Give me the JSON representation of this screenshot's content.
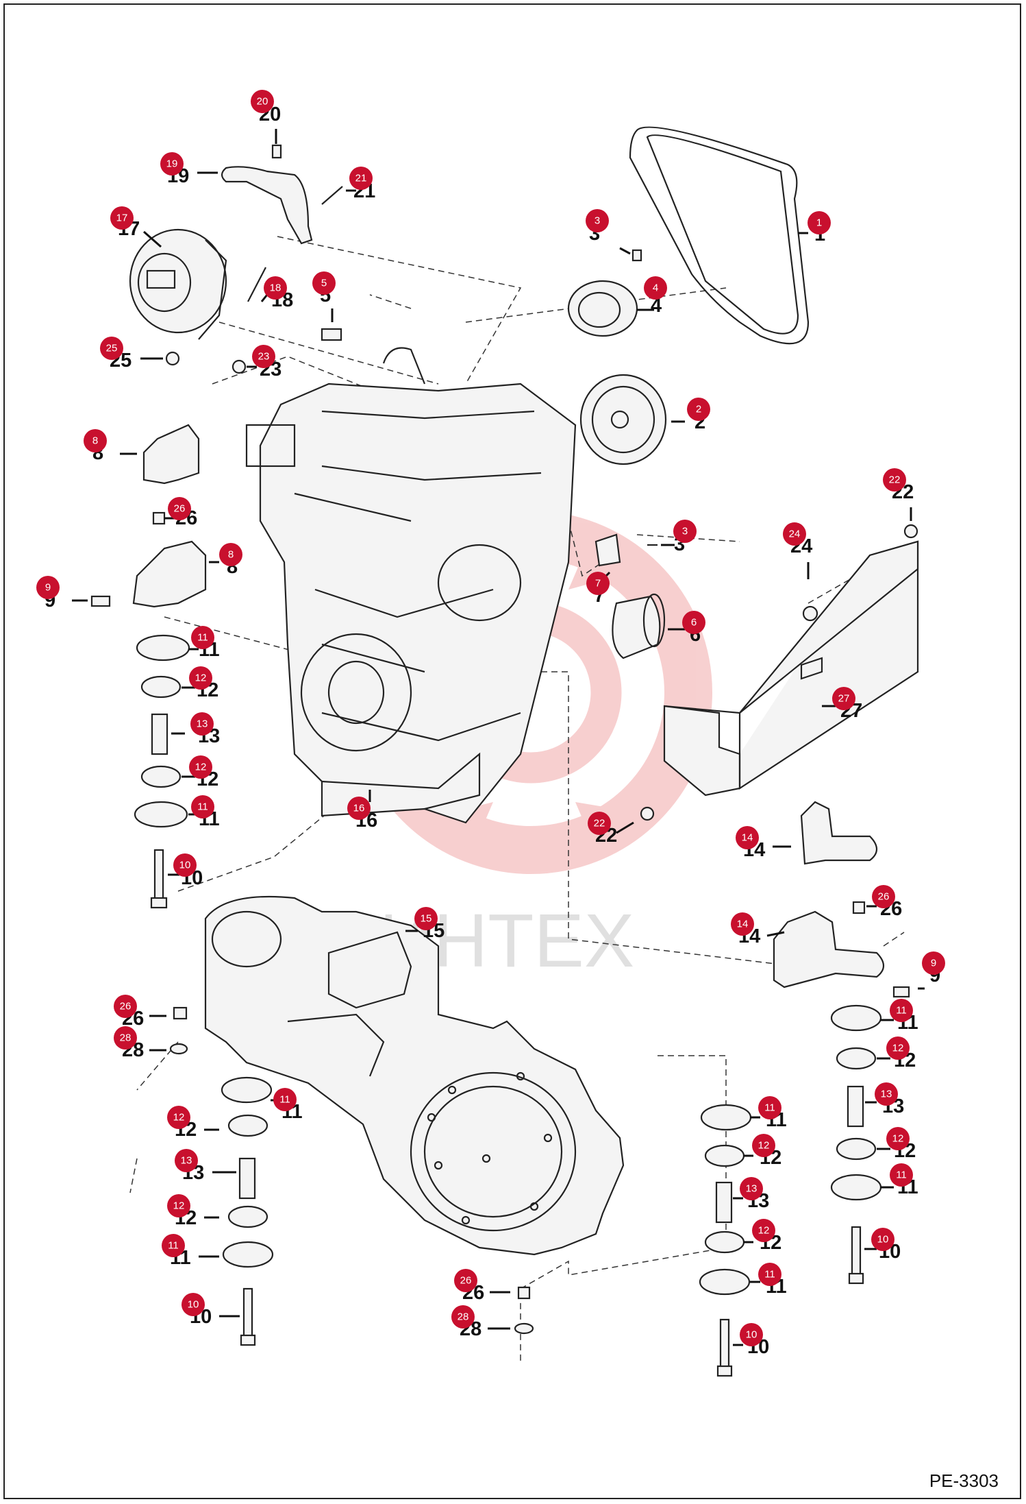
{
  "diagram": {
    "document_code": "PE-3303",
    "watermark_text": "ИНТЕХ",
    "badge_color": "#c8102e",
    "watermark_color": "#f3b7b7",
    "callouts": [
      {
        "label": "20",
        "badge": "20"
      },
      {
        "label": "19",
        "badge": "19"
      },
      {
        "label": "21",
        "badge": "21"
      },
      {
        "label": "17",
        "badge": "17"
      },
      {
        "label": "18",
        "badge": "18"
      },
      {
        "label": "5",
        "badge": "5"
      },
      {
        "label": "25",
        "badge": "25"
      },
      {
        "label": "23",
        "badge": "23"
      },
      {
        "label": "3",
        "badge": "3"
      },
      {
        "label": "4",
        "badge": "4"
      },
      {
        "label": "1",
        "badge": "1"
      },
      {
        "label": "2",
        "badge": "2"
      },
      {
        "label": "8",
        "badge": "8"
      },
      {
        "label": "26",
        "badge": "26"
      },
      {
        "label": "8",
        "badge": "8"
      },
      {
        "label": "9",
        "badge": "9"
      },
      {
        "label": "11",
        "badge": "11"
      },
      {
        "label": "12",
        "badge": "12"
      },
      {
        "label": "13",
        "badge": "13"
      },
      {
        "label": "12",
        "badge": "12"
      },
      {
        "label": "11",
        "badge": "11"
      },
      {
        "label": "10",
        "badge": "10"
      },
      {
        "label": "16",
        "badge": "16"
      },
      {
        "label": "3",
        "badge": "3"
      },
      {
        "label": "7",
        "badge": "7"
      },
      {
        "label": "6",
        "badge": "6"
      },
      {
        "label": "22",
        "badge": "22"
      },
      {
        "label": "24",
        "badge": "24"
      },
      {
        "label": "27",
        "badge": "27"
      },
      {
        "label": "22",
        "badge": "22"
      },
      {
        "label": "14",
        "badge": "14"
      },
      {
        "label": "26",
        "badge": "26"
      },
      {
        "label": "14",
        "badge": "14"
      },
      {
        "label": "9",
        "badge": "9"
      },
      {
        "label": "11",
        "badge": "11"
      },
      {
        "label": "12",
        "badge": "12"
      },
      {
        "label": "13",
        "badge": "13"
      },
      {
        "label": "12",
        "badge": "12"
      },
      {
        "label": "11",
        "badge": "11"
      },
      {
        "label": "10",
        "badge": "10"
      },
      {
        "label": "15",
        "badge": "15"
      },
      {
        "label": "26",
        "badge": "26"
      },
      {
        "label": "28",
        "badge": "28"
      },
      {
        "label": "11",
        "badge": "11"
      },
      {
        "label": "12",
        "badge": "12"
      },
      {
        "label": "13",
        "badge": "13"
      },
      {
        "label": "12",
        "badge": "12"
      },
      {
        "label": "11",
        "badge": "11"
      },
      {
        "label": "10",
        "badge": "10"
      },
      {
        "label": "11",
        "badge": "11"
      },
      {
        "label": "12",
        "badge": "12"
      },
      {
        "label": "13",
        "badge": "13"
      },
      {
        "label": "12",
        "badge": "12"
      },
      {
        "label": "11",
        "badge": "11"
      },
      {
        "label": "10",
        "badge": "10"
      },
      {
        "label": "26",
        "badge": "26"
      },
      {
        "label": "28",
        "badge": "28"
      }
    ]
  }
}
